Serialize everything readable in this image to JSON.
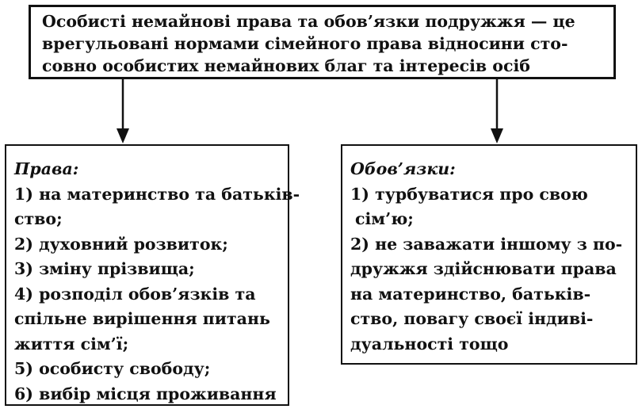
{
  "definition": {
    "term": "Особисті немайнові права та обов’язки подружжя",
    "line1_rest": " — це",
    "line2": "врегульовані нормами сімейного права відносини сто-",
    "line3": "совно особистих немайнових благ та інтересів осіб"
  },
  "rights": {
    "heading": "Права:",
    "lines": [
      "1) на материнство та батьків-",
      "ство;",
      "2) духовний розвиток;",
      "3) зміну прізвища;",
      "4) розподіл обов’язків та",
      "спільне вирішення питань",
      "життя сім’ї;",
      "5) особисту свободу;",
      "6) вибір місця проживання"
    ]
  },
  "duties": {
    "heading": "Обов’язки:",
    "lines": [
      "1) турбуватися про свою",
      "сім’ю;",
      "2) не заважати іншому з по-",
      "дружжя здійснювати права",
      "на материнство, батьків-",
      "ство, повагу своєї індиві-",
      "дуальності тощо"
    ]
  }
}
